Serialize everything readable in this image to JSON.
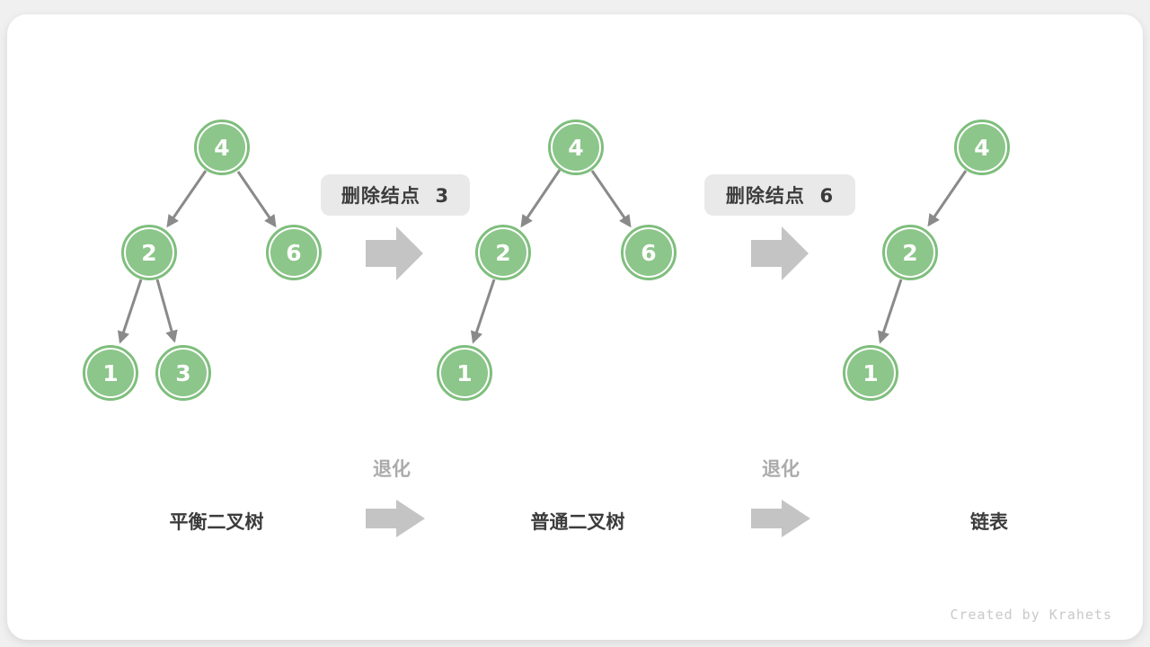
{
  "watermark": "Created by Krahets",
  "badges": [
    {
      "label": "删除结点  3"
    },
    {
      "label": "删除结点  6"
    }
  ],
  "degrade_caption": "退化",
  "stages": [
    {
      "label": "平衡二叉树"
    },
    {
      "label": "普通二叉树"
    },
    {
      "label": "链表"
    }
  ],
  "trees": [
    {
      "name": "balanced-binary-tree",
      "nodes": [
        {
          "value": "4"
        },
        {
          "value": "2"
        },
        {
          "value": "6"
        },
        {
          "value": "1"
        },
        {
          "value": "3"
        }
      ],
      "edges": [
        [
          "4",
          "2"
        ],
        [
          "4",
          "6"
        ],
        [
          "2",
          "1"
        ],
        [
          "2",
          "3"
        ]
      ]
    },
    {
      "name": "ordinary-binary-tree",
      "nodes": [
        {
          "value": "4"
        },
        {
          "value": "2"
        },
        {
          "value": "6"
        },
        {
          "value": "1"
        }
      ],
      "edges": [
        [
          "4",
          "2"
        ],
        [
          "4",
          "6"
        ],
        [
          "2",
          "1"
        ]
      ]
    },
    {
      "name": "linked-list",
      "nodes": [
        {
          "value": "4"
        },
        {
          "value": "2"
        },
        {
          "value": "1"
        }
      ],
      "edges": [
        [
          "4",
          "2"
        ],
        [
          "2",
          "1"
        ]
      ]
    }
  ],
  "colors": {
    "node_fill": "#8cc68a",
    "node_ring": "#7fbe7d",
    "node_text": "#ffffff",
    "edge_arrow": "#8a8a8a",
    "block_arrow": "#c4c4c4",
    "badge_bg": "#e9e9e9",
    "label_dark": "#3c3c3c",
    "label_gray": "#ababab",
    "card_bg": "#ffffff",
    "page_bg": "#f0f0f0"
  }
}
